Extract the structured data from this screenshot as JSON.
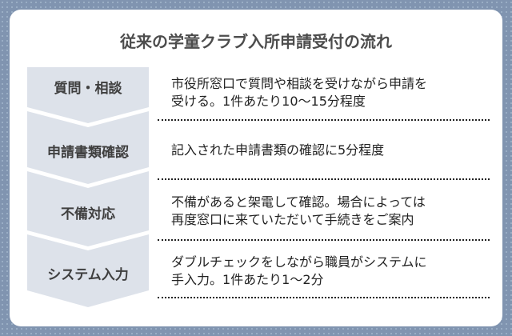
{
  "title": "従来の学童クラブ入所申請受付の流れ",
  "colors": {
    "background": "#8094b0",
    "card": "#ffffff",
    "chevron_fill": "#dde2ea",
    "label_text": "#3f3f3f",
    "desc_text": "#222222"
  },
  "steps": [
    {
      "label": "質問・相談",
      "desc_line1": "市役所窓口で質問や相談を受けながら申請を",
      "desc_line2": "受ける。1件あたり10〜15分程度"
    },
    {
      "label": "申請書類確認",
      "desc_line1": "記入された申請書類の確認に5分程度",
      "desc_line2": ""
    },
    {
      "label": "不備対応",
      "desc_line1": "不備があると架電して確認。場合によっては",
      "desc_line2": "再度窓口に来ていただいて手続きをご案内"
    },
    {
      "label": "システム入力",
      "desc_line1": "ダブルチェックをしながら職員がシステムに",
      "desc_line2": "手入力。1件あたり1〜2分"
    }
  ]
}
